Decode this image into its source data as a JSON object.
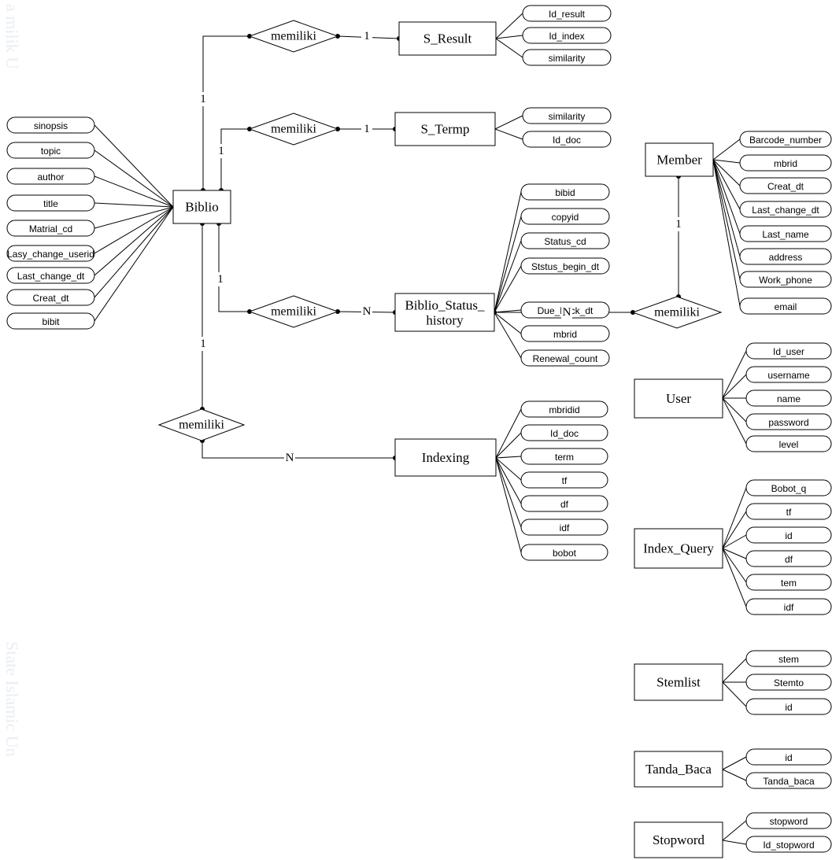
{
  "watermark_side": [
    "a milik U",
    "State Islamic Un"
  ],
  "entities": [
    {
      "id": "biblio",
      "label": "Biblio"
    },
    {
      "id": "sresult",
      "label": "S_Result"
    },
    {
      "id": "stermp",
      "label": "S_Termp"
    },
    {
      "id": "bsh",
      "label": "Biblio_Status_ history"
    },
    {
      "id": "member",
      "label": "Member"
    },
    {
      "id": "indexing",
      "label": "Indexing"
    },
    {
      "id": "user",
      "label": "User"
    },
    {
      "id": "indexq",
      "label": "Index_Query"
    },
    {
      "id": "stemlist",
      "label": "Stemlist"
    },
    {
      "id": "tandabaca",
      "label": "Tanda_Baca"
    },
    {
      "id": "stopword",
      "label": "Stopword"
    }
  ],
  "relationships": [
    {
      "id": "r1",
      "label": "memiliki"
    },
    {
      "id": "r2",
      "label": "memiliki"
    },
    {
      "id": "r3",
      "label": "memiliki"
    },
    {
      "id": "r4",
      "label": "memiliki"
    },
    {
      "id": "r5",
      "label": "memiliki"
    }
  ],
  "cardinalities": [
    "1",
    "1",
    "1",
    "1",
    "1",
    "1",
    "1",
    "N",
    "N",
    "N"
  ],
  "attributes": {
    "biblio": [
      "sinopsis",
      "topic",
      "author",
      "title",
      "Matrial_cd",
      "Lasy_change_userid",
      "Last_change_dt",
      "Creat_dt",
      "bibit"
    ],
    "sresult": [
      "Id_result",
      "Id_index",
      "similarity"
    ],
    "stermp": [
      "similarity",
      "Id_doc"
    ],
    "bsh": [
      "bibid",
      "copyid",
      "Status_cd",
      "Ststus_begin_dt",
      "Due_back_dt",
      "mbrid",
      "Renewal_count"
    ],
    "member": [
      "Barcode_number",
      "mbrid",
      "Creat_dt",
      "Last_change_dt",
      "Last_name",
      "address",
      "Work_phone",
      "email"
    ],
    "indexing": [
      "mbridid",
      "Id_doc",
      "term",
      "tf",
      "df",
      "idf",
      "bobot"
    ],
    "user": [
      "Id_user",
      "username",
      "name",
      "password",
      "level"
    ],
    "indexq": [
      "Bobot_q",
      "tf",
      "id",
      "df",
      "tem",
      "idf"
    ],
    "stemlist": [
      "stem",
      "Stemto",
      "id"
    ],
    "tandabaca": [
      "id",
      "Tanda_baca"
    ],
    "stopword": [
      "stopword",
      "Id_stopword"
    ]
  }
}
